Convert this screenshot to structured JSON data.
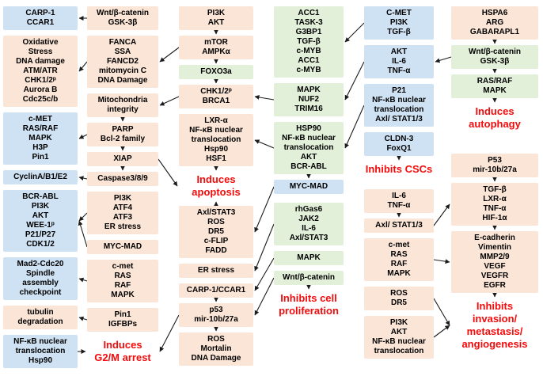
{
  "figure": {
    "colors": {
      "blue": "#cfe2f3",
      "orange": "#fbe5d6",
      "green": "#e2efd9",
      "outcome_text": "#f40b0b",
      "arrow": "#1c1c1c"
    },
    "columns": [
      {
        "items": [
          {
            "type": "box",
            "color": "blue",
            "lines": [
              "CARP-1",
              "CCAR1"
            ]
          },
          {
            "type": "box",
            "color": "orange",
            "lines": [
              "Oxidative",
              "Stress",
              "DNA damage",
              "ATM/ATR",
              "CHK1/2ᵖ",
              "Aurora B",
              "Cdc25c/b"
            ]
          },
          {
            "type": "box",
            "color": "blue",
            "lines": [
              "c-MET",
              "RAS/RAF",
              "MAPK",
              "H3P",
              "Pin1"
            ]
          },
          {
            "type": "box",
            "color": "blue",
            "lines": [
              "CyclinA/B1/E2"
            ]
          },
          {
            "type": "box",
            "color": "blue",
            "lines": [
              "BCR-ABL",
              "PI3K",
              "AKT",
              "WEE-1ᵖ",
              "P21/P27",
              "CDK1/2"
            ]
          },
          {
            "type": "box",
            "color": "blue",
            "lines": [
              "Mad2-Cdc20",
              "Spindle",
              "assembly",
              "checkpoint"
            ]
          },
          {
            "type": "box",
            "color": "orange",
            "lines": [
              "tubulin",
              "degradation"
            ]
          },
          {
            "type": "box",
            "color": "blue",
            "lines": [
              "NF-κB nuclear",
              "translocation",
              "Hsp90"
            ]
          }
        ]
      },
      {
        "items": [
          {
            "type": "box",
            "color": "orange",
            "lines": [
              "Wnt/β-catenin",
              "GSK-3β"
            ]
          },
          {
            "type": "box",
            "color": "orange",
            "lines": [
              "FANCA",
              "SSA",
              "FANCD2",
              "mitomycin C",
              "DNA Damage"
            ]
          },
          {
            "type": "box",
            "color": "orange",
            "lines": [
              "Mitochondria",
              "integrity"
            ]
          },
          {
            "type": "box",
            "color": "orange",
            "lines": [
              "PARP",
              "Bcl-2 family"
            ]
          },
          {
            "type": "box",
            "color": "orange",
            "lines": [
              "XIAP"
            ]
          },
          {
            "type": "box",
            "color": "orange",
            "lines": [
              "Caspase3/8/9"
            ]
          },
          {
            "type": "box",
            "color": "orange",
            "lines": [
              "PI3K",
              "ATF4",
              "ATF3",
              "ER stress"
            ]
          },
          {
            "type": "box",
            "color": "orange",
            "lines": [
              "MYC-MAD"
            ]
          },
          {
            "type": "box",
            "color": "orange",
            "lines": [
              "c-met",
              "RAS",
              "RAF",
              "MAPK"
            ]
          },
          {
            "type": "box",
            "color": "orange",
            "lines": [
              "Pin1",
              "IGFBPs"
            ]
          },
          {
            "type": "label",
            "lines": [
              "Induces",
              "G2/M arrest"
            ]
          }
        ]
      },
      {
        "items": [
          {
            "type": "box",
            "color": "orange",
            "lines": [
              "PI3K",
              "AKT"
            ]
          },
          {
            "type": "box",
            "color": "orange",
            "lines": [
              "mTOR",
              "AMPKα"
            ]
          },
          {
            "type": "box",
            "color": "green",
            "lines": [
              "FOXO3a"
            ]
          },
          {
            "type": "box",
            "color": "orange",
            "lines": [
              "CHK1/2ᵖ",
              "BRCA1"
            ]
          },
          {
            "type": "box",
            "color": "orange",
            "lines": [
              "LXR-α",
              "NF-κB nuclear",
              "translocation",
              "Hsp90",
              "HSF1"
            ]
          },
          {
            "type": "label",
            "lines": [
              "Induces",
              "apoptosis"
            ]
          },
          {
            "type": "box",
            "color": "orange",
            "lines": [
              "Axl/STAT3",
              "ROS",
              "DR5",
              "c-FLIP",
              "FADD"
            ]
          },
          {
            "type": "box",
            "color": "orange",
            "lines": [
              "ER stress"
            ]
          },
          {
            "type": "box",
            "color": "orange",
            "lines": [
              "CARP-1/CCAR1"
            ]
          },
          {
            "type": "box",
            "color": "orange",
            "lines": [
              "p53",
              "mir-10b/27a"
            ]
          },
          {
            "type": "box",
            "color": "orange",
            "lines": [
              "ROS",
              "Mortalin",
              "DNA Damage"
            ]
          }
        ]
      },
      {
        "items": [
          {
            "type": "box",
            "color": "green",
            "lines": [
              "ACC1",
              "TASK-3",
              "G3BP1",
              "TGF-β",
              "c-MYB",
              "ACC1",
              "c-MYB"
            ]
          },
          {
            "type": "box",
            "color": "green",
            "lines": [
              "MAPK",
              "NUF2",
              "TRIM16"
            ]
          },
          {
            "type": "box",
            "color": "green",
            "lines": [
              "HSP90",
              "NF-κB nuclear",
              "translocation",
              "AKT",
              "BCR-ABL"
            ]
          },
          {
            "type": "box",
            "color": "blue",
            "lines": [
              "MYC-MAD"
            ]
          },
          {
            "type": "box",
            "color": "green",
            "lines": [
              "rhGas6",
              "JAK2",
              "IL-6",
              "Axl/STAT3"
            ]
          },
          {
            "type": "box",
            "color": "green",
            "lines": [
              "MAPK"
            ]
          },
          {
            "type": "box",
            "color": "green",
            "lines": [
              "Wnt/β-catenin"
            ]
          },
          {
            "type": "label",
            "lines": [
              "Inhibits cell",
              "proliferation"
            ]
          }
        ]
      },
      {
        "items": [
          {
            "type": "box",
            "color": "blue",
            "lines": [
              "C-MET",
              "PI3K",
              "TGF-β"
            ]
          },
          {
            "type": "box",
            "color": "blue",
            "lines": [
              "AKT",
              "IL-6",
              "TNF-α"
            ]
          },
          {
            "type": "box",
            "color": "blue",
            "lines": [
              "P21",
              "NF-κB nuclear",
              "translocation",
              "Axl/ STAT1/3"
            ]
          },
          {
            "type": "box",
            "color": "blue",
            "lines": [
              "CLDN-3",
              "FoxQ1"
            ]
          },
          {
            "type": "label",
            "lines": [
              "Inhibits CSCs"
            ]
          },
          {
            "type": "box",
            "color": "orange",
            "lines": [
              "IL-6",
              "TNF-α"
            ]
          },
          {
            "type": "box",
            "color": "orange",
            "lines": [
              "Axl/ STAT1/3"
            ]
          },
          {
            "type": "box",
            "color": "orange",
            "lines": [
              "c-met",
              "RAS",
              "RAF",
              "MAPK"
            ]
          },
          {
            "type": "box",
            "color": "orange",
            "lines": [
              "ROS",
              "DR5"
            ]
          },
          {
            "type": "box",
            "color": "orange",
            "lines": [
              "PI3K",
              "AKT",
              "NF-κB nuclear",
              "translocation"
            ]
          }
        ]
      },
      {
        "items": [
          {
            "type": "box",
            "color": "orange",
            "lines": [
              "HSPA6",
              "ARG",
              "GABARAPL1"
            ]
          },
          {
            "type": "box",
            "color": "green",
            "lines": [
              "Wnt/β-catenin",
              "GSK-3β"
            ]
          },
          {
            "type": "box",
            "color": "green",
            "lines": [
              "RAS/RAF",
              "MAPK"
            ]
          },
          {
            "type": "label",
            "lines": [
              "Induces",
              "autophagy"
            ]
          },
          {
            "type": "box",
            "color": "orange",
            "lines": [
              "P53",
              "mir-10b/27a"
            ]
          },
          {
            "type": "box",
            "color": "orange",
            "lines": [
              "TGF-β",
              "LXR-α",
              "TNF-α",
              "HIF-1α"
            ]
          },
          {
            "type": "box",
            "color": "orange",
            "lines": [
              "E-cadherin",
              "Vimentin",
              "MMP2/9",
              "VEGF",
              "VEGFR",
              "EGFR"
            ]
          },
          {
            "type": "label",
            "lines": [
              "Inhibits",
              "invasion/",
              "metastasis/",
              "angiogenesis"
            ]
          }
        ]
      }
    ],
    "arrows": [
      {
        "from": [
          1,
          0
        ],
        "to": [
          0,
          0
        ],
        "dir": "left"
      },
      {
        "from": [
          1,
          1
        ],
        "to": [
          0,
          1
        ],
        "dir": "left"
      },
      {
        "from": [
          1,
          2
        ],
        "to": [
          1,
          3
        ],
        "dir": "down"
      },
      {
        "from": [
          1,
          3
        ],
        "to": [
          1,
          4
        ],
        "dir": "down"
      },
      {
        "from": [
          1,
          4
        ],
        "to": [
          1,
          5
        ],
        "dir": "down"
      },
      {
        "from": [
          1,
          3
        ],
        "to": [
          0,
          2
        ],
        "dir": "left"
      },
      {
        "from": [
          1,
          5
        ],
        "to": [
          0,
          3
        ],
        "dir": "left"
      },
      {
        "from": [
          1,
          6
        ],
        "to": [
          0,
          4
        ],
        "dir": "left"
      },
      {
        "from": [
          1,
          7
        ],
        "to": [
          0,
          4
        ],
        "dir": "left"
      },
      {
        "from": [
          1,
          8
        ],
        "to": [
          0,
          5
        ],
        "dir": "left"
      },
      {
        "from": [
          1,
          9
        ],
        "to": [
          0,
          6
        ],
        "dir": "left"
      },
      {
        "from": [
          0,
          7
        ],
        "to": [
          1,
          10
        ],
        "dir": "right"
      },
      {
        "from": [
          1,
          4
        ],
        "to": [
          2,
          5
        ],
        "dir": "right"
      },
      {
        "from": [
          2,
          0
        ],
        "to": [
          2,
          1
        ],
        "dir": "down"
      },
      {
        "from": [
          2,
          1
        ],
        "to": [
          2,
          2
        ],
        "dir": "down"
      },
      {
        "from": [
          2,
          2
        ],
        "to": [
          2,
          3
        ],
        "dir": "down"
      },
      {
        "from": [
          2,
          1
        ],
        "to": [
          1,
          1
        ],
        "dir": "left"
      },
      {
        "from": [
          2,
          3
        ],
        "to": [
          1,
          2
        ],
        "dir": "left"
      },
      {
        "from": [
          2,
          4
        ],
        "to": [
          2,
          5
        ],
        "dir": "down"
      },
      {
        "from": [
          2,
          6
        ],
        "to": [
          2,
          5
        ],
        "dir": "up"
      },
      {
        "from": [
          2,
          8
        ],
        "to": [
          2,
          9
        ],
        "dir": "down"
      },
      {
        "from": [
          2,
          9
        ],
        "to": [
          2,
          10
        ],
        "dir": "down"
      },
      {
        "from": [
          2,
          9
        ],
        "to": [
          1,
          10
        ],
        "dir": "left"
      },
      {
        "from": [
          3,
          1
        ],
        "to": [
          2,
          3
        ],
        "dir": "left"
      },
      {
        "from": [
          3,
          2
        ],
        "to": [
          2,
          4
        ],
        "dir": "left"
      },
      {
        "from": [
          3,
          2
        ],
        "to": [
          3,
          3
        ],
        "dir": "down"
      },
      {
        "from": [
          3,
          3
        ],
        "to": [
          2,
          6
        ],
        "dir": "left"
      },
      {
        "from": [
          3,
          4
        ],
        "to": [
          2,
          7
        ],
        "dir": "left"
      },
      {
        "from": [
          3,
          5
        ],
        "to": [
          2,
          8
        ],
        "dir": "left"
      },
      {
        "from": [
          3,
          6
        ],
        "to": [
          2,
          9
        ],
        "dir": "left"
      },
      {
        "from": [
          3,
          6
        ],
        "to": [
          3,
          7
        ],
        "dir": "down"
      },
      {
        "from": [
          4,
          0
        ],
        "to": [
          3,
          0
        ],
        "dir": "left"
      },
      {
        "from": [
          4,
          1
        ],
        "to": [
          3,
          1
        ],
        "dir": "left"
      },
      {
        "from": [
          4,
          2
        ],
        "to": [
          3,
          2
        ],
        "dir": "left"
      },
      {
        "from": [
          4,
          3
        ],
        "to": [
          4,
          4
        ],
        "dir": "down"
      },
      {
        "from": [
          4,
          5
        ],
        "to": [
          4,
          6
        ],
        "dir": "down"
      },
      {
        "from": [
          4,
          6
        ],
        "to": [
          5,
          5
        ],
        "dir": "right"
      },
      {
        "from": [
          4,
          7
        ],
        "to": [
          5,
          6
        ],
        "dir": "right"
      },
      {
        "from": [
          4,
          8
        ],
        "to": [
          5,
          7
        ],
        "dir": "right"
      },
      {
        "from": [
          4,
          9
        ],
        "to": [
          5,
          7
        ],
        "dir": "right"
      },
      {
        "from": [
          5,
          0
        ],
        "to": [
          5,
          1
        ],
        "dir": "down"
      },
      {
        "from": [
          5,
          1
        ],
        "to": [
          5,
          2
        ],
        "dir": "down"
      },
      {
        "from": [
          5,
          2
        ],
        "to": [
          5,
          3
        ],
        "dir": "down"
      },
      {
        "from": [
          5,
          1
        ],
        "to": [
          4,
          1
        ],
        "dir": "left"
      },
      {
        "from": [
          5,
          4
        ],
        "to": [
          5,
          5
        ],
        "dir": "down"
      },
      {
        "from": [
          5,
          5
        ],
        "to": [
          5,
          6
        ],
        "dir": "down"
      },
      {
        "from": [
          5,
          6
        ],
        "to": [
          5,
          7
        ],
        "dir": "down"
      }
    ]
  }
}
